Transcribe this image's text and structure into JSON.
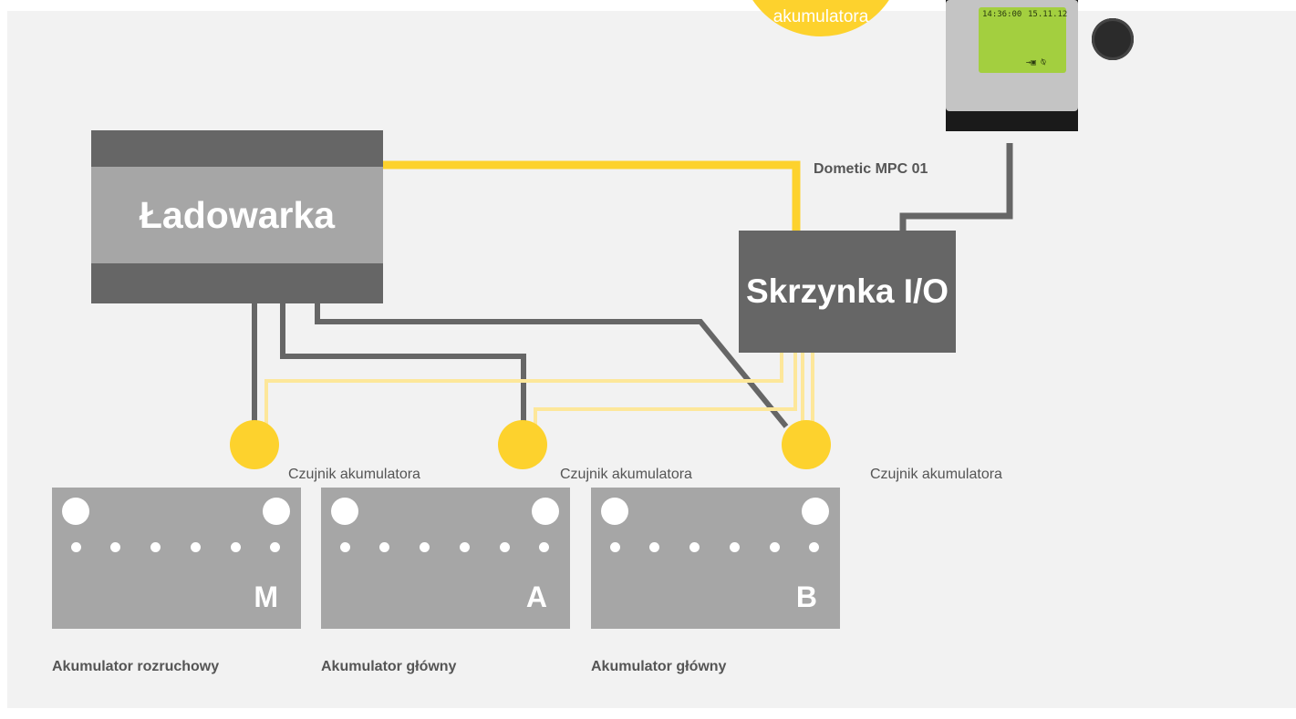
{
  "colors": {
    "background": "#f2f2f2",
    "charger_dark": "#666666",
    "charger_light": "#a6a6a6",
    "wire_yellow": "#fdd22d",
    "wire_light_yellow": "#fde79a",
    "wire_gray": "#666666",
    "battery": "#a6a6a6",
    "text": "#555555"
  },
  "charger": {
    "label": "Ładowarka"
  },
  "io_box": {
    "label": "Skrzynka I/O"
  },
  "control_panel": {
    "label": "Dometic MPC 01",
    "screen_time": "14:36:00",
    "screen_date": "15.11.12",
    "screen_icons": "→▣ ⍉"
  },
  "bubble": {
    "text": "akumulatora"
  },
  "sensors": [
    {
      "label": "Czujnik akumulatora"
    },
    {
      "label": "Czujnik akumulatora"
    },
    {
      "label": "Czujnik akumulatora"
    }
  ],
  "batteries": [
    {
      "letter": "M",
      "caption": "Akumulator rozruchowy"
    },
    {
      "letter": "A",
      "caption": "Akumulator główny"
    },
    {
      "letter": "B",
      "caption": "Akumulator główny"
    }
  ]
}
